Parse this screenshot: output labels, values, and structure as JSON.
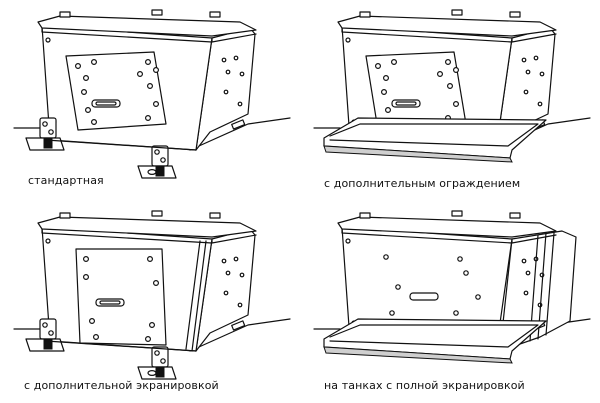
{
  "figures": [
    {
      "id": "standard",
      "caption": "стандартная",
      "screen": "none"
    },
    {
      "id": "extra-guard",
      "caption": "с дополнительным ограждением",
      "screen": "guard"
    },
    {
      "id": "extra-screen",
      "caption": "с дополнительной экранировкой",
      "screen": "side"
    },
    {
      "id": "full-screen",
      "caption": "на танках с полной экранировкой",
      "screen": "full"
    }
  ]
}
